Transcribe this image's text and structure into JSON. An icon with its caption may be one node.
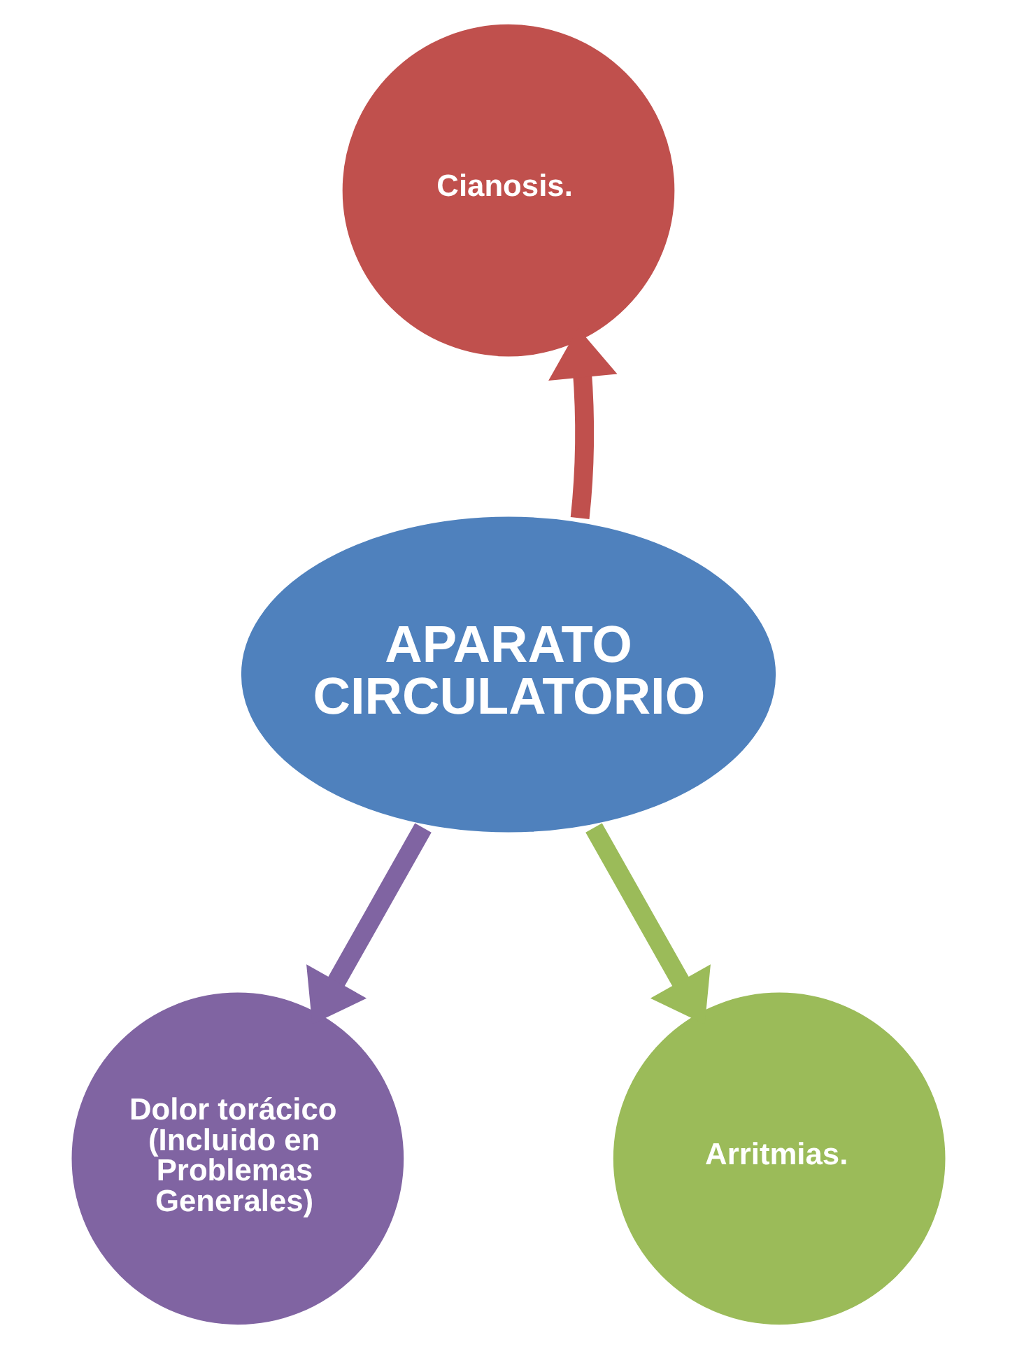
{
  "diagram": {
    "nodes": [
      {
        "text": [
          "APARATO CIRCULATORIO"
        ]
      },
      {
        "text": [
          "Cianosis."
        ]
      },
      {
        "text": [
          "Dolor torácico (Incluido en Problemas Generales)"
        ]
      },
      {
        "text": [
          "Arritmias."
        ]
      }
    ],
    "edges": [
      {
        "from": 0,
        "to": 1,
        "arrow": "to",
        "color": "#c0504d"
      },
      {
        "from": 0,
        "to": 2,
        "arrow": "to",
        "color": "#8064a2"
      },
      {
        "from": 0,
        "to": 3,
        "arrow": "to",
        "color": "#9bbb59"
      }
    ]
  }
}
